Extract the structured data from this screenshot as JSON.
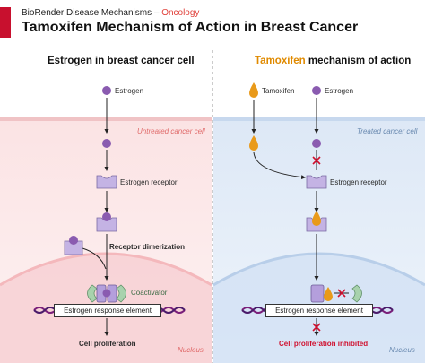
{
  "header": {
    "subtitle_prefix": "BioRender Disease Mechanisms – ",
    "subtitle_accent": "Oncology",
    "title": "Tamoxifen Mechanism of Action in Breast Cancer"
  },
  "left_panel": {
    "title": "Estrogen in breast cancer cell",
    "zone_label": "Untreated cancer cell",
    "nucleus_label": "Nucleus",
    "estrogen_label": "Estrogen",
    "receptor_label": "Estrogen receptor",
    "dimerization_label": "Receptor dimerization",
    "coactivator_label": "Coactivator",
    "ere_label": "Estrogen response element",
    "outcome_label": "Cell proliferation"
  },
  "right_panel": {
    "title_accent": "Tamoxifen",
    "title_rest": " mechanism of action",
    "zone_label": "Treated cancer cell",
    "nucleus_label": "Nucleus",
    "tamoxifen_label": "Tamoxifen",
    "estrogen_label": "Estrogen",
    "receptor_label": "Estrogen receptor",
    "ere_label": "Estrogen response element",
    "outcome_label": "Cell proliferation inhibited"
  },
  "colors": {
    "brand_red": "#c8102e",
    "estrogen_purple": "#8a5bb0",
    "receptor_lilac": "#c4b3e4",
    "tamoxifen_orange": "#e99a1a",
    "coactivator_green": "#a8d2ad",
    "untreated_bg": "#fdeeee",
    "treated_bg": "#e9f1fa",
    "inhibit_red": "#d0102e"
  }
}
